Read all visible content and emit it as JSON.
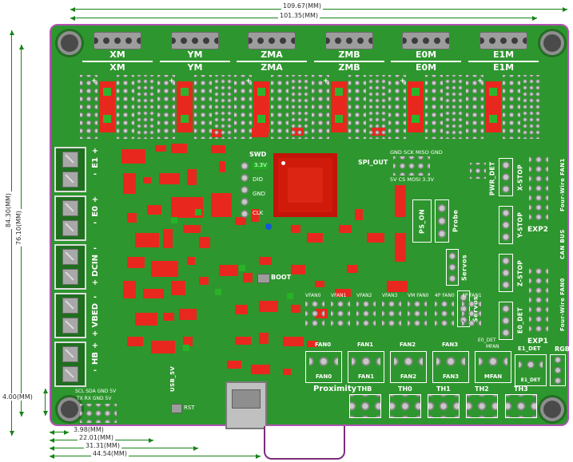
{
  "dimensions": {
    "top_outer": "109.67(MM)",
    "top_inner": "101.35(MM)",
    "left_outer": "84.30(MM)",
    "left_inner": "76.10(MM)",
    "corner": "4.00(MM)",
    "bottom": [
      "3.98(MM)",
      "22.01(MM)",
      "31.31(MM)",
      "44.54(MM)"
    ]
  },
  "drivers": [
    {
      "top_label": "XM",
      "socket_label": "XM",
      "plus": "+"
    },
    {
      "top_label": "YM",
      "socket_label": "YM",
      "plus": "+"
    },
    {
      "top_label": "ZMA",
      "socket_label": "ZMA",
      "plus": "+"
    },
    {
      "top_label": "ZMB",
      "socket_label": "ZMB",
      "plus": "+"
    },
    {
      "top_label": "E0M",
      "socket_label": "E0M",
      "plus": "+"
    },
    {
      "top_label": "E1M",
      "socket_label": "E1M",
      "plus": "+"
    }
  ],
  "power_terminals": [
    {
      "sign_top": "+",
      "label": "E1",
      "sign_bottom": "-"
    },
    {
      "sign_top": "+",
      "label": "E0",
      "sign_bottom": "-"
    },
    {
      "sign_top": "-",
      "label": "DCIN",
      "sign_bottom": "+"
    },
    {
      "sign_top": "-",
      "label": "VBED",
      "sign_bottom": "+"
    },
    {
      "sign_top": "+",
      "label": "HB",
      "sign_bottom": "-"
    }
  ],
  "swd": {
    "title": "SWD",
    "pin1": "3.3V",
    "pin2": "DIO",
    "pin3": "GND",
    "pin4": "CLK"
  },
  "spi": {
    "title": "SPI_OUT",
    "row_top": "GND SCK MISO GND",
    "row_bottom": "5V CS MOSI 3.3V"
  },
  "misc": {
    "boot": "BOOT",
    "rst": "RST",
    "usb_5v": "USB_5V",
    "proximity": "Proximity"
  },
  "uart": {
    "row1": "SCL SDA GND 5V",
    "row2": "TX RX GND 5V"
  },
  "right_panel": {
    "pwr_det": "PWR_DET",
    "ps_on": "PS_ON",
    "probe": "Probe",
    "servos_a": "Servos",
    "servos_b": "Servos",
    "x_stop": "X-STOP",
    "y_stop": "Y-STOP",
    "z_stop": "Z-STOP",
    "e0_det": "E0_DET",
    "exp2": "EXP2",
    "exp1": "EXP1",
    "can_bus": "CAN BUS",
    "four_wire_fan1": "Four-Wire FAN1",
    "four_wire_fan0": "Four-Wire FAN0",
    "rgb": "RGB",
    "e1_det_label": "E1_DET",
    "e1_det_conn": "E1_DET"
  },
  "fan_pad_labels": [
    "VFAN0",
    "VFAN1",
    "VFAN2",
    "VFAN3",
    "VM FAN0",
    "4P FAN0",
    "4P FAN1"
  ],
  "fan_row": {
    "labels": [
      "FAN0",
      "FAN1",
      "FAN2",
      "FAN3"
    ],
    "e0_det": "E0_DET",
    "mfan": "MFAN",
    "connectors": [
      "FAN0",
      "FAN1",
      "FAN2",
      "FAN3",
      "MFAN"
    ]
  },
  "thermistors": [
    "THB",
    "TH0",
    "TH1",
    "TH2",
    "TH3"
  ],
  "colors": {
    "board": "#2e962e",
    "copper": "#e8281e",
    "outline": "#b452b4",
    "dim_line": "#178217"
  }
}
